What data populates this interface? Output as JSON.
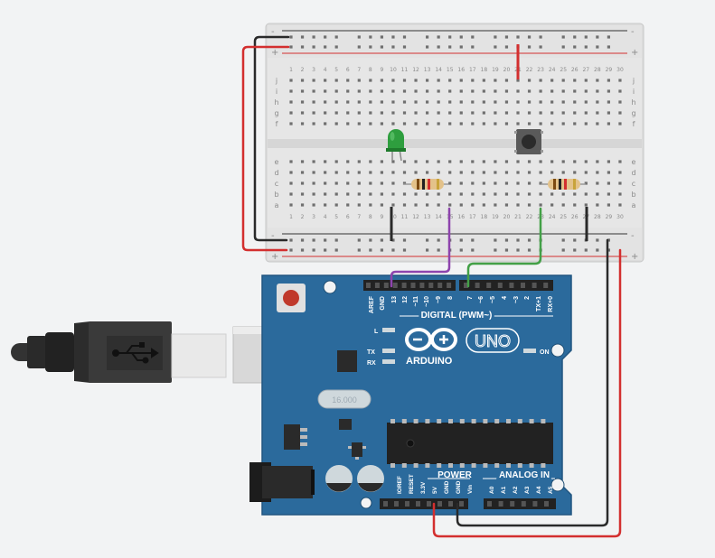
{
  "breadboard": {
    "plus_label": "+",
    "minus_label": "-",
    "row_letters_top": [
      "j",
      "i",
      "h",
      "g",
      "f"
    ],
    "row_letters_bottom": [
      "e",
      "d",
      "c",
      "b",
      "a"
    ],
    "column_count": 30
  },
  "arduino": {
    "brand": "ARDUINO",
    "model": "UNO",
    "digital_header": "DIGITAL (PWM~)",
    "power_header": "POWER",
    "analog_header": "ANALOG IN",
    "on_label": "ON",
    "l_label": "L",
    "tx_label": "TX",
    "rx_label": "RX",
    "crystal_label": "16.000",
    "top_pins": [
      "AREF",
      "GND",
      "13",
      "12",
      "~11",
      "~10",
      "~9",
      "8",
      "7",
      "~6",
      "~5",
      "4",
      "~3",
      "2",
      "TX+1",
      "RX+0"
    ],
    "bottom_pins": [
      "IOREF",
      "RESET",
      "3.3V",
      "5V",
      "GND",
      "GND",
      "Vin",
      "A0",
      "A1",
      "A2",
      "A3",
      "A4",
      "A5"
    ]
  },
  "colors": {
    "board_blue": "#2b6a9c",
    "wire_red": "#d32f2f",
    "wire_black": "#2a2a2a",
    "wire_purple": "#8e44ad",
    "wire_green": "#43a047",
    "led_green": "#2e9e3e"
  },
  "icons": [
    "usb-cable-icon",
    "arduino-infinity-logo-icon",
    "led-icon",
    "pushbutton-icon",
    "resistor-icon"
  ]
}
